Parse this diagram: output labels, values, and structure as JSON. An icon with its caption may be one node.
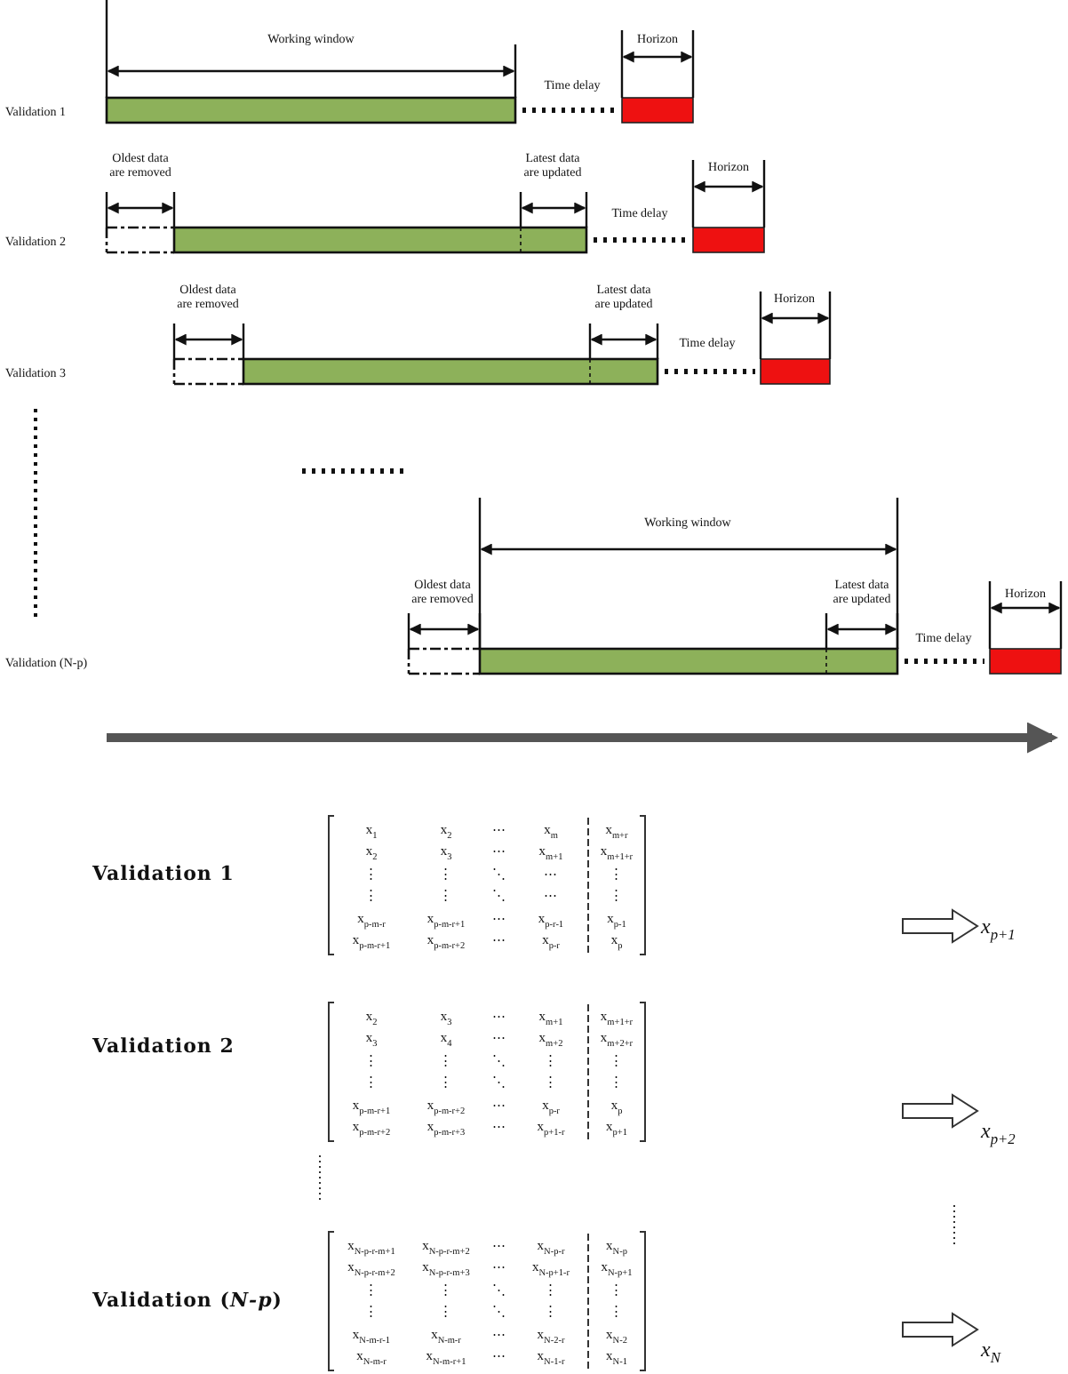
{
  "diagram": {
    "nodes": [
      {
        "text": [
          "x$_{1}$",
          "x$_{2}$",
          "⋯",
          "x$_{m}$",
          "x$_{m+r}$",
          "x$_{2}$",
          "x$_{3}$",
          "⋯",
          "x$_{m+1}$",
          "x$_{m+1+r}$",
          "⋮",
          "⋮",
          "⋱",
          "⋯",
          "⋮",
          "⋮",
          "⋮",
          "⋱",
          "⋯",
          "⋮",
          "x$_{p-m-r}$",
          "x$_{p-m-r+1}$",
          "⋯",
          "x$_{p-r-1}$",
          "x$_{p-1}$",
          "x$_{p-m-r+1}$",
          "x$_{p-m-r+2}$",
          "⋯",
          "x$_{p-r}$",
          "x$_{p}$"
        ]
      },
      {
        "text": [
          "x$_{p+1}$"
        ]
      },
      {
        "text": [
          "x$_{2}$",
          "x$_{3}$",
          "⋯",
          "x$_{m+1}$",
          "x$_{m+1+r}$",
          "x$_{3}$",
          "x$_{4}$",
          "⋯",
          "x$_{m+2}$",
          "x$_{m+2+r}$",
          "⋮",
          "⋮",
          "⋱",
          "⋮",
          "⋮",
          "⋮",
          "⋮",
          "⋱",
          "⋮",
          "⋮",
          "x$_{p-m-r+1}$",
          "x$_{p-m-r+2}$",
          "⋯",
          "x$_{p-r}$",
          "x$_{p}$",
          "x$_{p-m-r+2}$",
          "x$_{p-m-r+3}$",
          "⋯",
          "x$_{p+1-r}$",
          "x$_{p+1}$"
        ]
      },
      {
        "text": [
          "x$_{p+2}$"
        ]
      },
      {
        "text": [
          "x$_{N-p-r-m+1}$",
          "x$_{N-p-r-m+2}$",
          "⋯",
          "x$_{N-p-r}$",
          "x$_{N-p}$",
          "x$_{N-p-r-m+2}$",
          "x$_{N-p-r-m+3}$",
          "⋯",
          "x$_{N-p+1-r}$",
          "x$_{N-p+1}$",
          "⋮",
          "⋮",
          "⋱",
          "⋮",
          "⋮",
          "⋮",
          "⋮",
          "⋱",
          "⋮",
          "⋮",
          "x$_{N-m-r-1}$",
          "x$_{N-m-r}$",
          "⋯",
          "x$_{N-2-r}$",
          "x$_{N-2}$",
          "x$_{N-m-r}$",
          "x$_{N-m-r+1}$",
          "⋯",
          "x$_{N-1-r}$",
          "x$_{N-1}$"
        ]
      },
      {
        "text": [
          "x$_{N}$"
        ]
      }
    ],
    "edges": [
      {
        "from": null,
        "to": 1,
        "arrow": "to"
      },
      {
        "from": null,
        "to": 3,
        "arrow": "to"
      },
      {
        "from": null,
        "to": 5,
        "arrow": "to"
      }
    ],
    "labels": [
      "Working window",
      "Horizon",
      "Time delay",
      "Validation 1",
      "Oldest data are removed",
      "Latest data are updated",
      "Horizon",
      "Time delay",
      "Validation 2",
      "Oldest data are removed",
      "Latest data are updated",
      "Horizon",
      "Time delay",
      "Validation 3",
      "Working window",
      "Oldest data are removed",
      "Latest data are updated",
      "Horizon",
      "Time delay",
      "Validation (N-p)",
      "Validation 1",
      "Validation 2",
      "Validation (*N-p*)"
    ]
  }
}
